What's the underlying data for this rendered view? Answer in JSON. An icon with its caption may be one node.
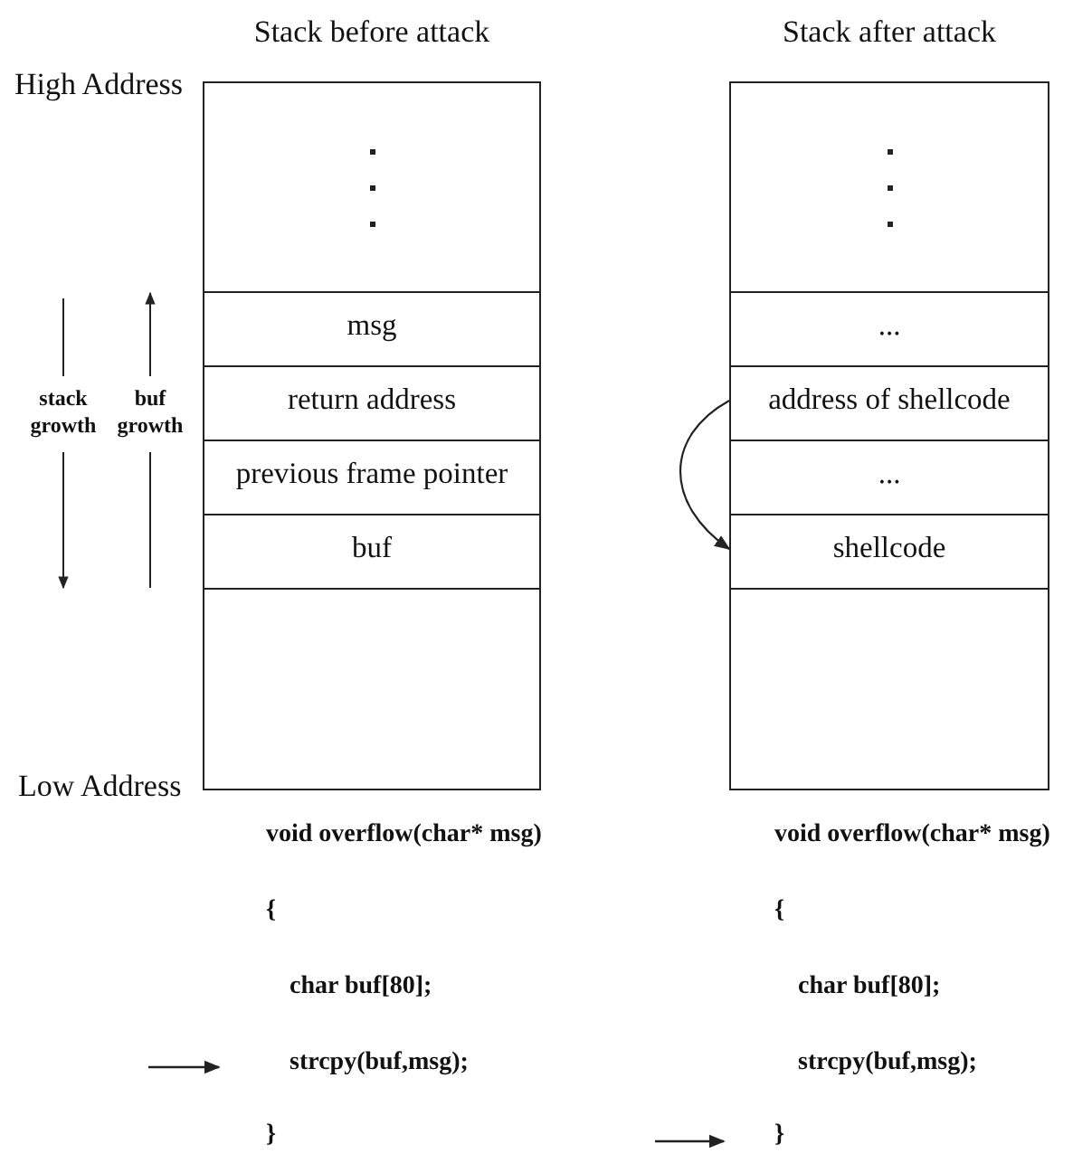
{
  "diagram": {
    "nodes": [
      {
        "text": [
          "Stack before attack"
        ]
      },
      {
        "text": [],
        "shape": "box",
        "in": 0
      },
      {
        "text": [
          "msg"
        ],
        "in": 0
      },
      {
        "text": [
          "return address"
        ],
        "in": 0
      },
      {
        "text": [
          "previous frame pointer"
        ],
        "in": 0
      },
      {
        "text": [
          "buf"
        ],
        "in": 0
      },
      {
        "text": [],
        "shape": "box",
        "in": 0
      },
      {
        "text": [
          "Stack after attack"
        ]
      },
      {
        "text": [],
        "shape": "box",
        "in": 7
      },
      {
        "text": [
          "..."
        ],
        "in": 7
      },
      {
        "text": [
          "address of shellcode"
        ],
        "in": 7
      },
      {
        "text": [
          "..."
        ],
        "in": 7
      },
      {
        "text": [
          "shellcode"
        ],
        "in": 7
      },
      {
        "text": [],
        "shape": "box",
        "in": 7
      }
    ],
    "edges": [
      {
        "from": 10,
        "to": 12,
        "arrow": "to"
      }
    ],
    "labels": [
      "High Address",
      "stack growth",
      "buf growth",
      "Low Address",
      "void overflow(char* msg)",
      "{",
      "char buf[80];",
      "strcpy(buf,msg);",
      "}",
      "void overflow(char* msg)",
      "{",
      "char buf[80];",
      "strcpy(buf,msg);",
      "}"
    ]
  }
}
